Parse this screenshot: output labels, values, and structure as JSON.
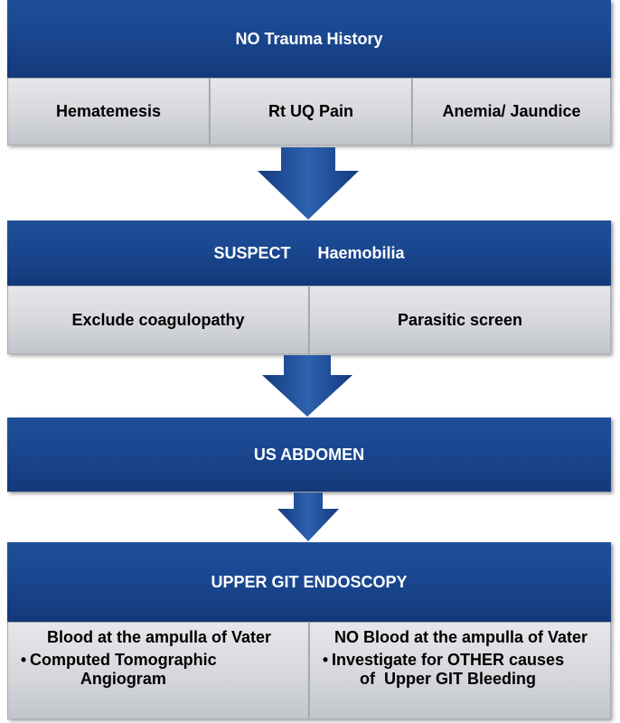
{
  "flowchart": {
    "step1": {
      "title": "NO Trauma History",
      "symptoms": [
        "Hematemesis",
        "Rt UQ Pain",
        "Anemia/ Jaundice"
      ]
    },
    "step2": {
      "title_part1": "SUSPECT",
      "title_part2": "Haemobilia",
      "actions": [
        "Exclude coagulopathy",
        "Parasitic screen"
      ]
    },
    "step3": {
      "title": "US ABDOMEN"
    },
    "step4": {
      "title": "UPPER GIT ENDOSCOPY",
      "left": {
        "heading": "Blood at the ampulla of Vater",
        "bullet_line1": "Computed Tomographic",
        "bullet_line2": "Angiogram"
      },
      "right": {
        "heading": "NO Blood at the ampulla of Vater",
        "bullet_line1": "Investigate for OTHER causes",
        "bullet_line2": "of  Upper GIT Bleeding"
      }
    },
    "colors": {
      "bar_blue": "#1a4790",
      "box_grey": "#d5d7db",
      "arrow_blue": "#1a4790"
    },
    "icons": [
      "down-arrow-icon",
      "bullet-icon"
    ]
  }
}
